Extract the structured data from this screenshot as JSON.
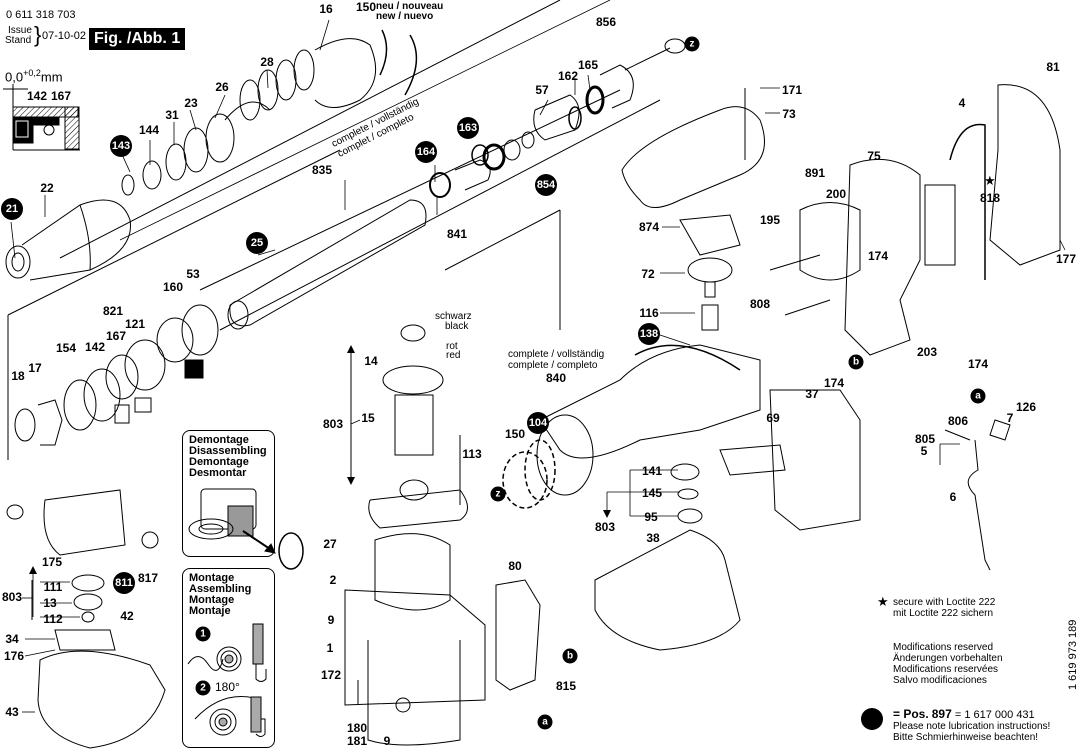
{
  "header": {
    "part_number": "0 611 318 703",
    "issue_label": "Issue",
    "stand_label": "Stand",
    "date": "07-10-02",
    "figure_label": "Fig. /Abb. 1"
  },
  "tolerance": {
    "value": "0,0",
    "superscript": "+0,2",
    "unit": "mm",
    "labels": [
      "142",
      "167"
    ]
  },
  "part_labels": [
    {
      "id": "16",
      "text": "16"
    },
    {
      "id": "150a",
      "text": "150"
    },
    {
      "id": "28",
      "text": "28"
    },
    {
      "id": "26",
      "text": "26"
    },
    {
      "id": "23",
      "text": "23"
    },
    {
      "id": "31",
      "text": "31"
    },
    {
      "id": "144",
      "text": "144"
    },
    {
      "id": "22",
      "text": "22"
    },
    {
      "id": "835",
      "text": "835"
    },
    {
      "id": "841",
      "text": "841"
    },
    {
      "id": "856",
      "text": "856"
    },
    {
      "id": "165",
      "text": "165"
    },
    {
      "id": "162",
      "text": "162"
    },
    {
      "id": "57",
      "text": "57"
    },
    {
      "id": "171",
      "text": "171"
    },
    {
      "id": "73",
      "text": "73"
    },
    {
      "id": "81",
      "text": "81"
    },
    {
      "id": "4",
      "text": "4"
    },
    {
      "id": "75",
      "text": "75"
    },
    {
      "id": "891",
      "text": "891"
    },
    {
      "id": "200",
      "text": "200"
    },
    {
      "id": "818",
      "text": "818"
    },
    {
      "id": "195",
      "text": "195"
    },
    {
      "id": "174a",
      "text": "174"
    },
    {
      "id": "177",
      "text": "177"
    },
    {
      "id": "808",
      "text": "808"
    },
    {
      "id": "874",
      "text": "874"
    },
    {
      "id": "72",
      "text": "72"
    },
    {
      "id": "116",
      "text": "116"
    },
    {
      "id": "203",
      "text": "203"
    },
    {
      "id": "174b",
      "text": "174"
    },
    {
      "id": "53",
      "text": "53"
    },
    {
      "id": "160",
      "text": "160"
    },
    {
      "id": "821",
      "text": "821"
    },
    {
      "id": "121",
      "text": "121"
    },
    {
      "id": "167",
      "text": "167"
    },
    {
      "id": "142",
      "text": "142"
    },
    {
      "id": "154",
      "text": "154"
    },
    {
      "id": "17",
      "text": "17"
    },
    {
      "id": "18",
      "text": "18"
    },
    {
      "id": "14",
      "text": "14"
    },
    {
      "id": "803a",
      "text": "803"
    },
    {
      "id": "15",
      "text": "15"
    },
    {
      "id": "113",
      "text": "113"
    },
    {
      "id": "840",
      "text": "840"
    },
    {
      "id": "150b",
      "text": "150"
    },
    {
      "id": "37",
      "text": "37"
    },
    {
      "id": "174c",
      "text": "174"
    },
    {
      "id": "69",
      "text": "69"
    },
    {
      "id": "126",
      "text": "126"
    },
    {
      "id": "806",
      "text": "806"
    },
    {
      "id": "7",
      "text": "7"
    },
    {
      "id": "805",
      "text": "805"
    },
    {
      "id": "5",
      "text": "5"
    },
    {
      "id": "6",
      "text": "6"
    },
    {
      "id": "141",
      "text": "141"
    },
    {
      "id": "145",
      "text": "145"
    },
    {
      "id": "95",
      "text": "95"
    },
    {
      "id": "803b",
      "text": "803"
    },
    {
      "id": "38",
      "text": "38"
    },
    {
      "id": "27",
      "text": "27"
    },
    {
      "id": "2",
      "text": "2"
    },
    {
      "id": "9a",
      "text": "9"
    },
    {
      "id": "1",
      "text": "1"
    },
    {
      "id": "172",
      "text": "172"
    },
    {
      "id": "180",
      "text": "180"
    },
    {
      "id": "181",
      "text": "181"
    },
    {
      "id": "9b",
      "text": "9"
    },
    {
      "id": "80",
      "text": "80"
    },
    {
      "id": "815",
      "text": "815"
    },
    {
      "id": "175",
      "text": "175"
    },
    {
      "id": "803c",
      "text": "803"
    },
    {
      "id": "111",
      "text": "111"
    },
    {
      "id": "13",
      "text": "13"
    },
    {
      "id": "112",
      "text": "112"
    },
    {
      "id": "817",
      "text": "817"
    },
    {
      "id": "42",
      "text": "42"
    },
    {
      "id": "34",
      "text": "34"
    },
    {
      "id": "176",
      "text": "176"
    },
    {
      "id": "43",
      "text": "43"
    }
  ],
  "lubricated_badges": [
    "143",
    "21",
    "25",
    "164",
    "163",
    "854",
    "138",
    "104",
    "811"
  ],
  "connector_markers": {
    "z": "z",
    "a": "a",
    "b": "b"
  },
  "annotations": {
    "neu_nouveau": "neu / nouveau",
    "new_nuevo": "new / nuevo",
    "complete_vollstandig_1": "complete / vollständig",
    "complet_completo": "complet / completo",
    "complete_vollstandig_2": "complete / vollständig",
    "complete_completo": "complete / completo",
    "schwarz": "schwarz",
    "black": "black",
    "rot": "rot",
    "red": "red"
  },
  "disassembly_panel": {
    "lines": [
      "Demontage",
      "Disassembling",
      "Demontage",
      "Desmontar"
    ]
  },
  "assembly_panel": {
    "lines": [
      "Montage",
      "Assembling",
      "Montage",
      "Montaje"
    ],
    "step1": "1",
    "step2": "2",
    "rotation": "180°"
  },
  "notes": {
    "loctite_en": "secure with Loctite 222",
    "loctite_de": "mit Loctite 222 sichern",
    "modifications": [
      "Modifications reserved",
      "Änderungen vorbehalten",
      "Modifications reservées",
      "Salvo modificaciones"
    ],
    "vertical_code": "1 619 973 189",
    "lube_pos": "= Pos.",
    "lube_pos_number": "897",
    "lube_part": "= 1 617 000 431",
    "lube_note_en": "Please note lubrication instructions!",
    "lube_note_de": "Bitte Schmierhinweise beachten!"
  }
}
